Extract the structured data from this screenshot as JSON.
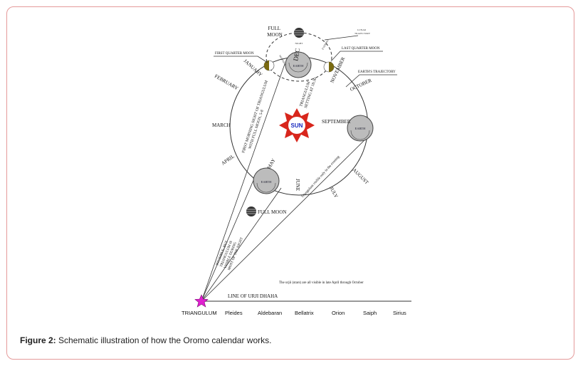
{
  "caption": {
    "label": "Figure 2:",
    "text": " Schematic illustration of how the Oromo calendar works."
  },
  "diagram": {
    "sun": "SUN",
    "earth": "EARTH",
    "full_moon_top": [
      "FULL",
      "MOON"
    ],
    "full_moon_bottom": "FULL MOON",
    "night": "NIGHT",
    "morning": "MORNING",
    "evening": "EVENING",
    "lunar_trajectory": [
      "LUNAR",
      "TRAJECTORY"
    ],
    "first_quarter": "FIRST QUARTER MOON",
    "last_quarter": "LAST QUARTER MOON",
    "earth_trajectory": "EARTH'S TRAJECTORY",
    "months": {
      "january": "JANUARY",
      "february": "FEBRUARY",
      "march": "MARCH",
      "april": "APRIL",
      "may": "MAY",
      "june": "JUNE",
      "july": "JULY",
      "august": "AUGUST",
      "september": "SEPTEMBER",
      "october": "OCTOBER",
      "november": "NOVEMBER",
      "december": "DEC"
    },
    "first_sight": [
      "FIRST MORNING SIGHT OF TRIANGULUM",
      "WITH FULL MOON, 5-8"
    ],
    "triangulum_setting": [
      "TRIANGULUM",
      "SETTING AT 18:30"
    ],
    "triangulum_visible": "Triangulum visible only in the evening",
    "invisible_note": [
      "INVISIBLE, BUT",
      "TRIANGULUM IS",
      "VISIBLE DURING",
      "MOST OF THE NIGHT"
    ],
    "note": "The urjii (stars) are all visible in late April through October",
    "line_label": "LINE OF URJI DHAHA",
    "stars": [
      "TRIANGULUM",
      "Pleides",
      "Aldebaran",
      "Bellatrix",
      "Orion",
      "Saiph",
      "Sirius"
    ]
  }
}
